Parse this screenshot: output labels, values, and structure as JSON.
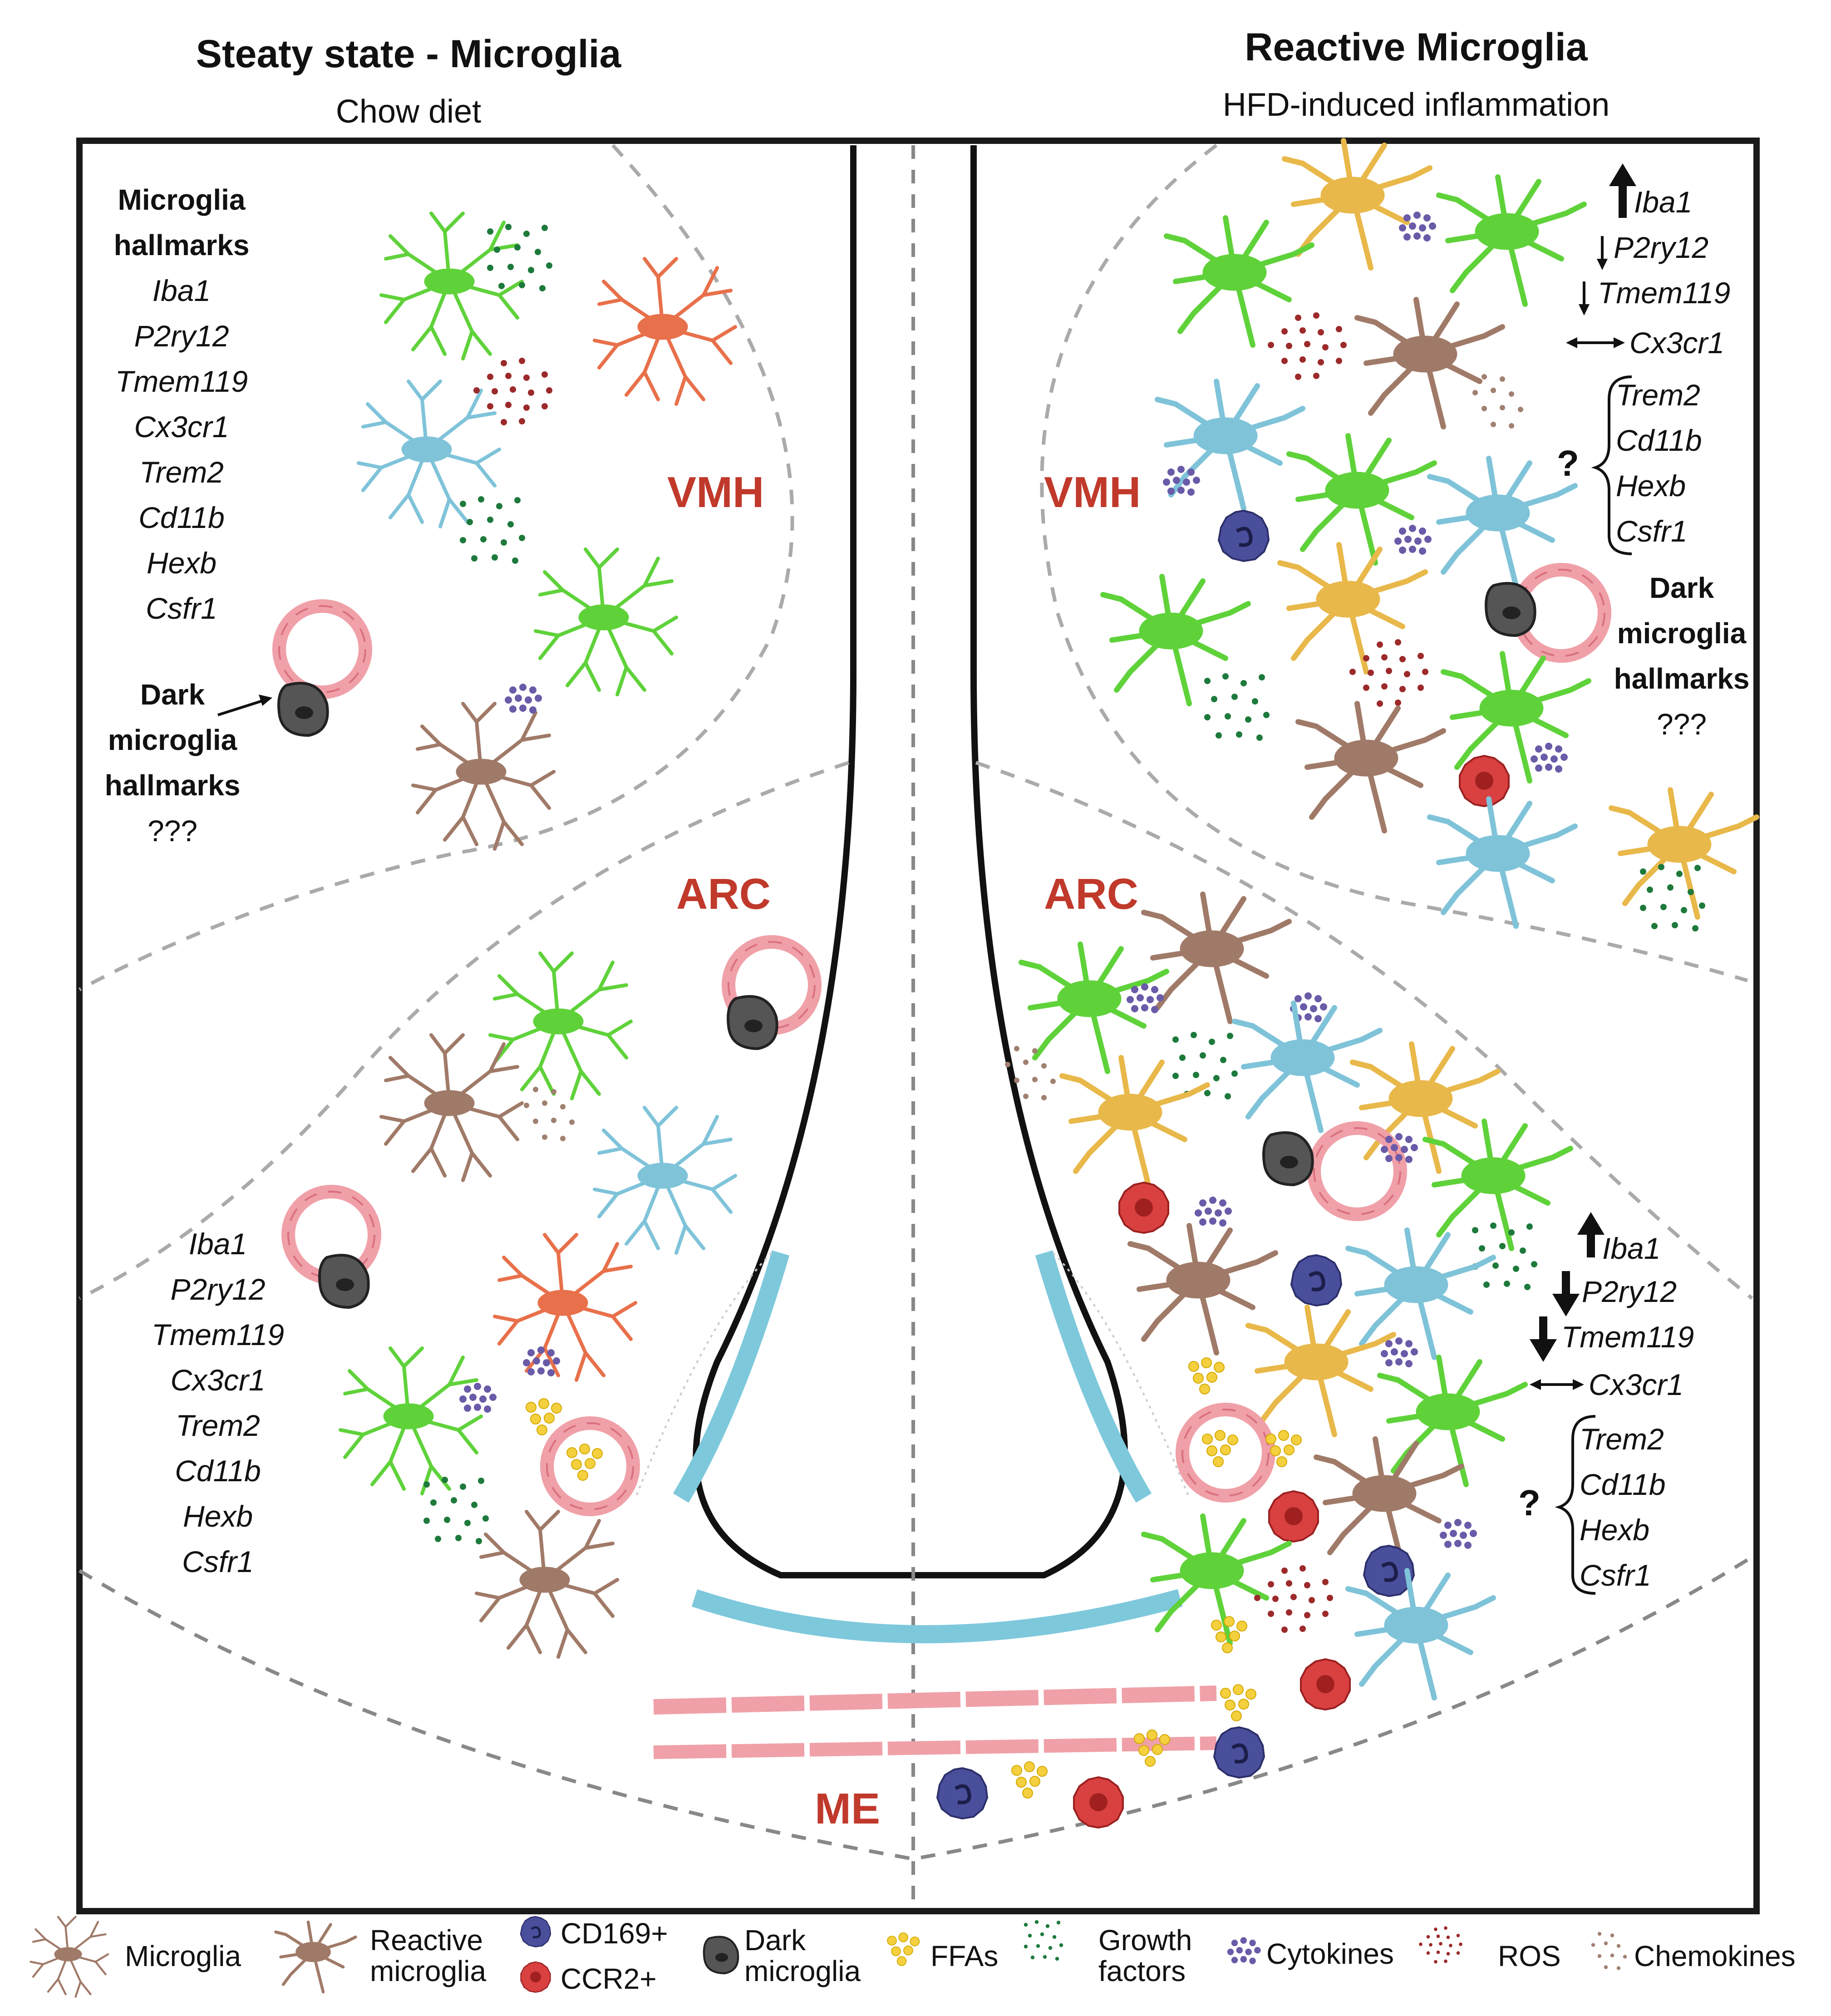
{
  "left_panel": {
    "title": "Steaty state - Microglia",
    "subtitle": "Chow diet",
    "vmh_hallmarks_heading": [
      "Microglia",
      "hallmarks"
    ],
    "vmh_genes": [
      "Iba1",
      "P2ry12",
      "Tmem119",
      "Cx3cr1",
      "Trem2",
      "Cd11b",
      "Hexb",
      "Csfr1"
    ],
    "dark_microglia_label": [
      "Dark",
      "microglia",
      "hallmarks",
      "???"
    ],
    "arc_genes": [
      "Iba1",
      "P2ry12",
      "Tmem119",
      "Cx3cr1",
      "Trem2",
      "Cd11b",
      "Hexb",
      "Csfr1"
    ]
  },
  "right_panel": {
    "title": "Reactive Microglia",
    "subtitle": "HFD-induced inflammation",
    "vmh_changed_genes": [
      "Iba1",
      "P2ry12",
      "Tmem119",
      "Cx3cr1"
    ],
    "vmh_unknown_genes": [
      "Trem2",
      "Cd11b",
      "Hexb",
      "Csfr1"
    ],
    "dark_microglia_label": [
      "Dark",
      "microglia",
      "hallmarks",
      "???"
    ],
    "arc_changed_genes": [
      "Iba1",
      "P2ry12",
      "Tmem119",
      "Cx3cr1"
    ],
    "arc_unknown_genes": [
      "Trem2",
      "Cd11b",
      "Hexb",
      "Csfr1"
    ],
    "question_mark": "?"
  },
  "regions": {
    "vmh": "VMH",
    "arc": "ARC",
    "me": "ME"
  },
  "legend": {
    "microglia": "Microglia",
    "reactive_microglia": [
      "Reactive",
      "microglia"
    ],
    "cd169": "CD169+",
    "ccr2": "CCR2+",
    "dark_microglia": [
      "Dark",
      "microglia"
    ],
    "ffas": "FFAs",
    "growth_factors": [
      "Growth",
      "factors"
    ],
    "cytokines": "Cytokines",
    "ros": "ROS",
    "chemokines": "Chemokines"
  },
  "colors": {
    "region_label": "#c0392b",
    "microglia_green": "#5fd23a",
    "microglia_orange": "#e8704a",
    "microglia_blue": "#7fc3d9",
    "microglia_brown": "#a07a68",
    "reactive_yellow": "#e8b84a",
    "cd169": "#4a4f9c",
    "ccr2": "#d94040",
    "dark_microglia": "#444444",
    "ffa": "#f4d03f",
    "growth_factor": "#1e7a3c",
    "cytokine": "#6a5aa8",
    "ros": "#9c2a2a",
    "chemokine": "#a08070",
    "vessel": "#f0a0a8",
    "tanycyte": "#7ec8dc"
  }
}
